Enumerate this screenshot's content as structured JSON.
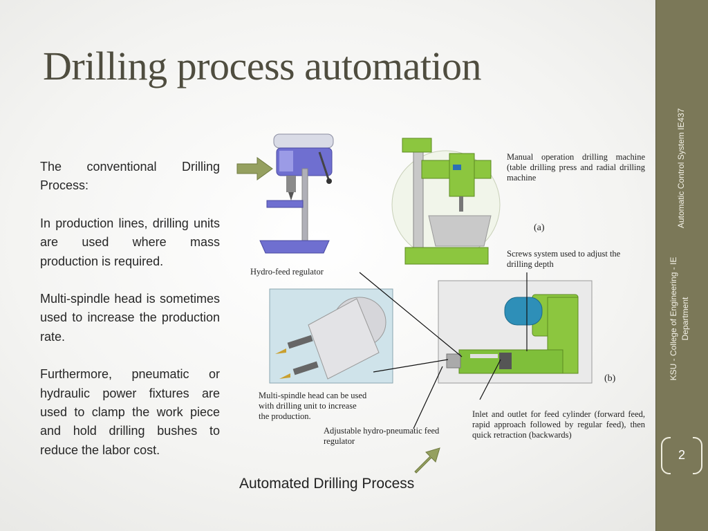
{
  "slide": {
    "title": "Drilling process automation",
    "paragraphs": [
      "The conventional Drilling Process:",
      "In production lines, drilling units are used where mass production is required.",
      "Multi-spindle head is sometimes used to increase the production rate.",
      "Furthermore, pneumatic or hydraulic power fixtures are used to clamp the work piece and hold drilling bushes to reduce the labor cost."
    ],
    "caption": "Automated Drilling Process",
    "page_number": "2"
  },
  "sidebar": {
    "course": "Automatic Control System IE437",
    "department": "KSU - College of Engineering - IE Department"
  },
  "figure": {
    "manual_label": "Manual operation drilling machine (table drilling press and radial drilling machine",
    "label_a": "(a)",
    "label_b": "(b)",
    "screws_label": "Screws system used to adjust the drilling depth",
    "hydro_feed_label": "Hydro-feed regulator",
    "multi_spindle_label": "Multi-spindle head can be used with drilling unit to increase the production.",
    "adjustable_label": "Adjustable hydro-pneumatic feed regulator",
    "inlet_label": "Inlet and outlet for feed cylinder (forward feed, rapid approach followed by regular feed), then quick retraction (backwards)"
  },
  "colors": {
    "sidebar": "#7b7858",
    "title": "#4f4d3f",
    "arrow": "#8f9a5a",
    "machine_green": "#8cc63f",
    "drill_blue": "#6f6fd0"
  }
}
